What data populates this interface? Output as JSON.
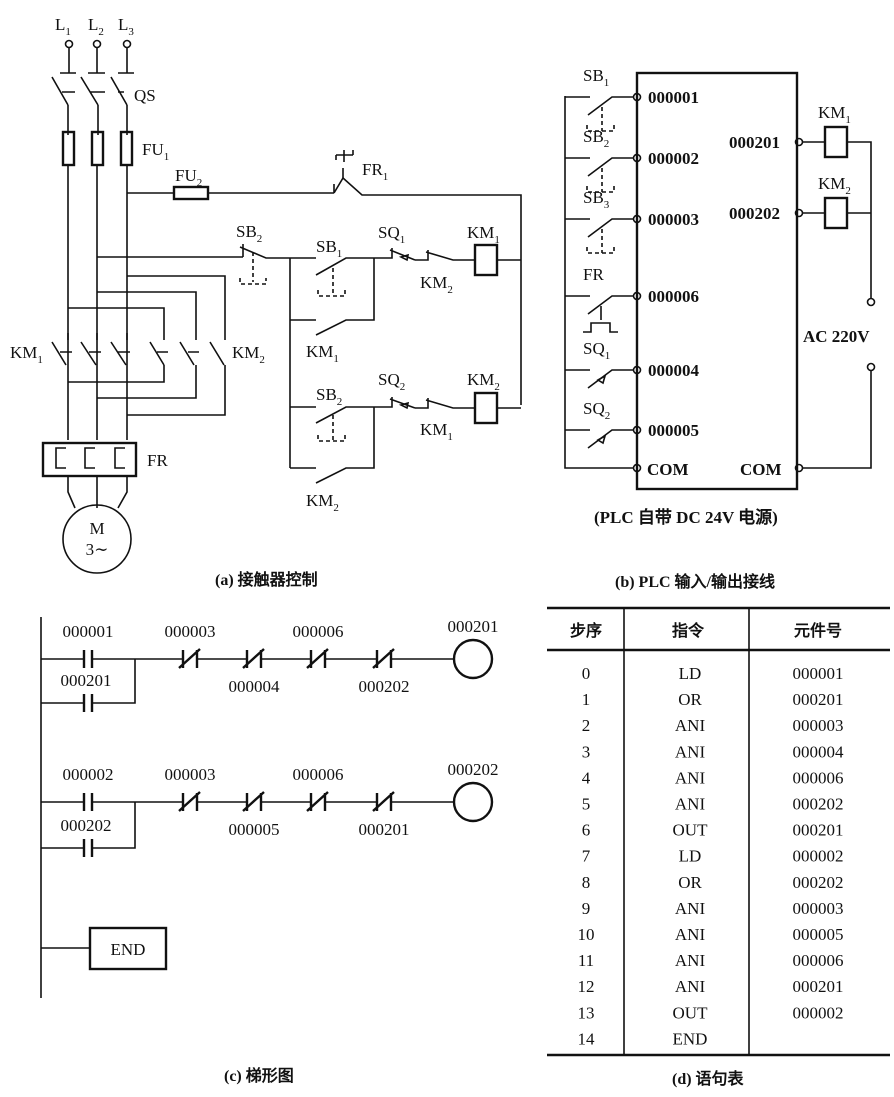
{
  "panel_a": {
    "caption": "(a) 接触器控制",
    "lines": [
      "L",
      "L",
      "L"
    ],
    "line_subs": [
      "1",
      "2",
      "3"
    ],
    "qs": "QS",
    "fu1": "FU",
    "fu1_sub": "1",
    "fu2": "FU",
    "fu2_sub": "2",
    "fr1": "FR",
    "fr1_sub": "1",
    "sb2_stop": "SB",
    "sb2_stop_sub": "2",
    "sb1": "SB",
    "sb1_sub": "1",
    "sq1": "SQ",
    "sq1_sub": "1",
    "km2_nc": "KM",
    "km2_nc_sub": "2",
    "km1_coil": "KM",
    "km1_coil_sub": "1",
    "km1_hold": "KM",
    "km1_hold_sub": "1",
    "sb2": "SB",
    "sb2_sub": "2",
    "sq2": "SQ",
    "sq2_sub": "2",
    "km1_nc": "KM",
    "km1_nc_sub": "1",
    "km2_coil": "KM",
    "km2_coil_sub": "2",
    "km2_hold": "KM",
    "km2_hold_sub": "2",
    "km1_main": "KM",
    "km1_main_sub": "1",
    "km2_main": "KM",
    "km2_main_sub": "2",
    "fr": "FR",
    "motor": "M",
    "motor_phase": "3∼"
  },
  "panel_b": {
    "caption": "(b) PLC 输入/输出接线",
    "note": "(PLC 自带 DC 24V 电源)",
    "inputs": [
      {
        "label": "SB",
        "sub": "1",
        "address": "000001"
      },
      {
        "label": "SB",
        "sub": "2",
        "address": "000002"
      },
      {
        "label": "SB",
        "sub": "3",
        "address": "000003"
      },
      {
        "label": "FR",
        "sub": "",
        "address": "000006"
      },
      {
        "label": "SQ",
        "sub": "1",
        "address": "000004"
      },
      {
        "label": "SQ",
        "sub": "2",
        "address": "000005"
      }
    ],
    "input_com": "COM",
    "outputs": [
      {
        "address": "000201",
        "label": "KM",
        "sub": "1"
      },
      {
        "address": "000202",
        "label": "KM",
        "sub": "2"
      }
    ],
    "output_com": "COM",
    "supply": "AC 220V"
  },
  "panel_c": {
    "caption": "(c) 梯形图",
    "rung1": {
      "no": "000001",
      "parallel": "000201",
      "nc": [
        "000003",
        "000004",
        "000006",
        "000202"
      ],
      "coil": "000201"
    },
    "rung2": {
      "no": "000002",
      "parallel": "000202",
      "nc": [
        "000003",
        "000005",
        "000006",
        "000201"
      ],
      "coil": "000202"
    },
    "end": "END"
  },
  "panel_d": {
    "caption": "(d) 语句表",
    "headers": [
      "步序",
      "指令",
      "元件号"
    ],
    "rows": [
      [
        "0",
        "LD",
        "000001"
      ],
      [
        "1",
        "OR",
        "000201"
      ],
      [
        "2",
        "ANI",
        "000003"
      ],
      [
        "3",
        "ANI",
        "000004"
      ],
      [
        "4",
        "ANI",
        "000006"
      ],
      [
        "5",
        "ANI",
        "000202"
      ],
      [
        "6",
        "OUT",
        "000201"
      ],
      [
        "7",
        "LD",
        "000002"
      ],
      [
        "8",
        "OR",
        "000202"
      ],
      [
        "9",
        "ANI",
        "000003"
      ],
      [
        "10",
        "ANI",
        "000005"
      ],
      [
        "11",
        "ANI",
        "000006"
      ],
      [
        "12",
        "ANI",
        "000201"
      ],
      [
        "13",
        "OUT",
        "000002"
      ],
      [
        "14",
        "END",
        ""
      ]
    ]
  }
}
